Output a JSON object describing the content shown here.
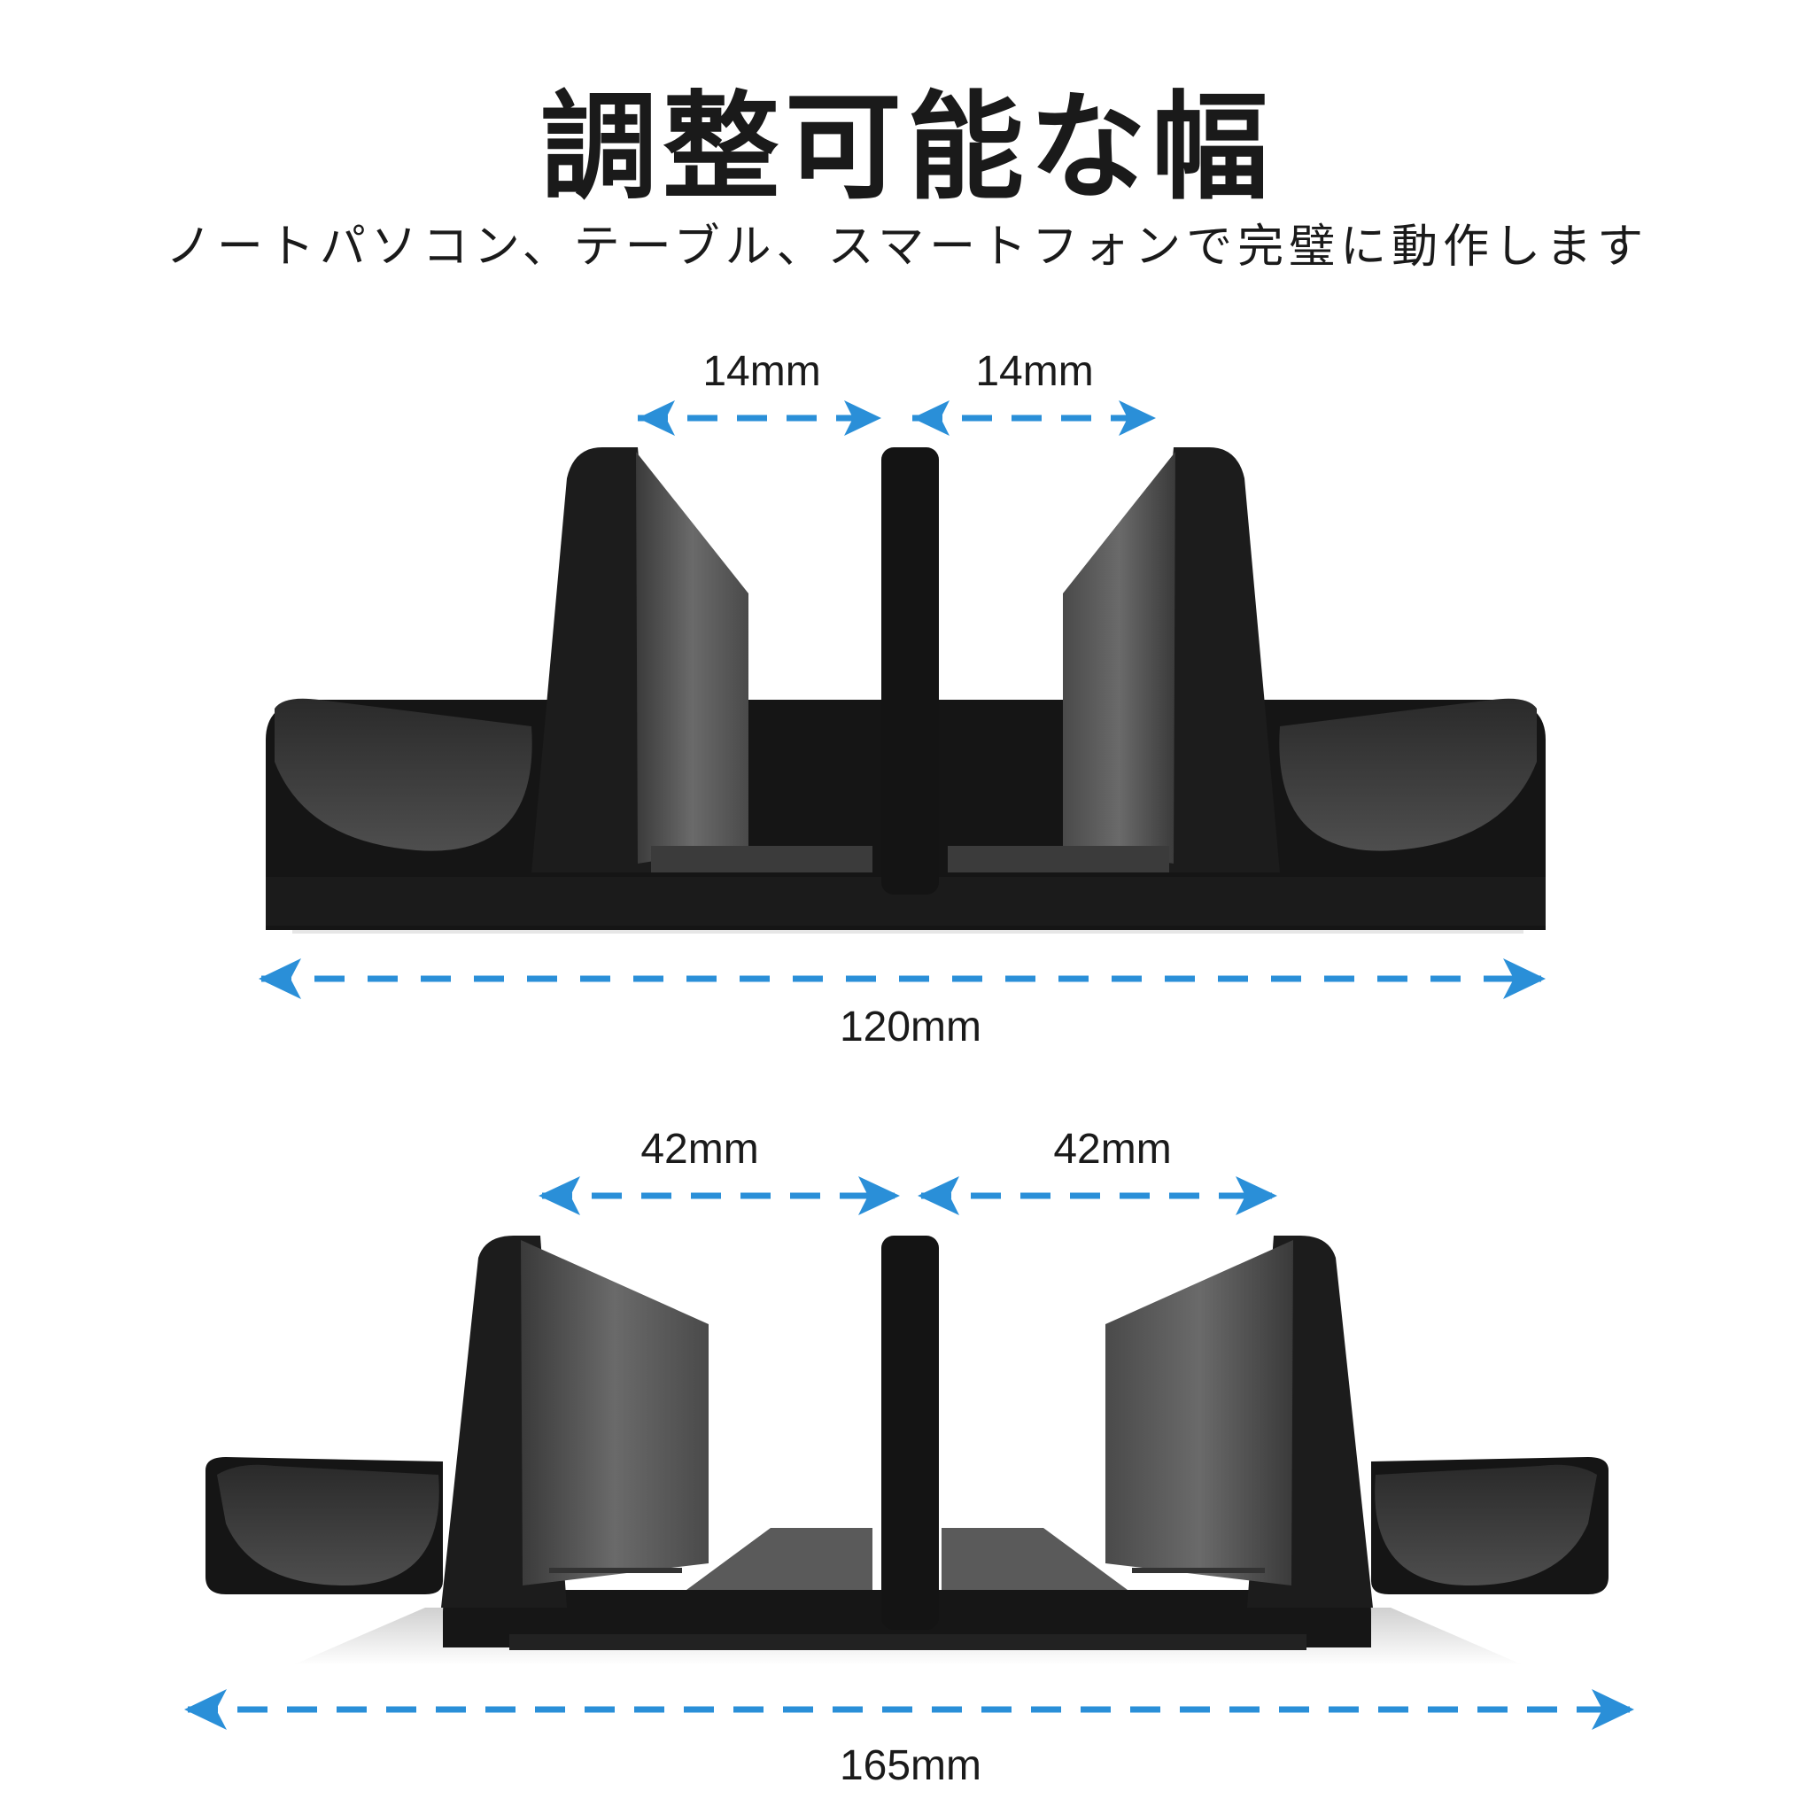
{
  "title": "調整可能な幅",
  "subtitle": "ノートパソコン、テーブル、スマートフォンで完璧に動作します",
  "colors": {
    "arrow": "#2a8fd8",
    "stand_dark": "#151515",
    "stand_body": "#1e1e1e",
    "pad_light": "#6a6a6a",
    "pad_dark": "#3a3a3a",
    "text": "#1a1a1a"
  },
  "top_config": {
    "gap_left": "14mm",
    "gap_right": "14mm",
    "total_width": "120mm"
  },
  "bottom_config": {
    "gap_left": "42mm",
    "gap_right": "42mm",
    "total_width": "165mm"
  }
}
